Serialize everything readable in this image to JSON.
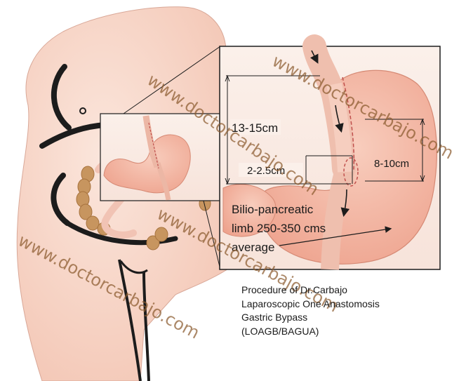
{
  "labels": {
    "stomach_length": "13-15cm",
    "pouch_width": "2-2.5cm",
    "anastomosis_height": "8-10cm",
    "limb_line1": "Bilio-pancreatic",
    "limb_line2": "limb 250-350 cms",
    "limb_line3": "average"
  },
  "caption": [
    "Procedure of Dr.Carbajo",
    "Laparoscopic One Anastomosis",
    "Gastric Bypass",
    "(LOAGB/BAGUA)"
  ],
  "watermark": "www.doctorcarbajo.com",
  "colors": {
    "skin": "#f8d9cc",
    "stomach": "#f3b6a2",
    "colon": "#c7955f",
    "outline": "#1c1c1c"
  }
}
